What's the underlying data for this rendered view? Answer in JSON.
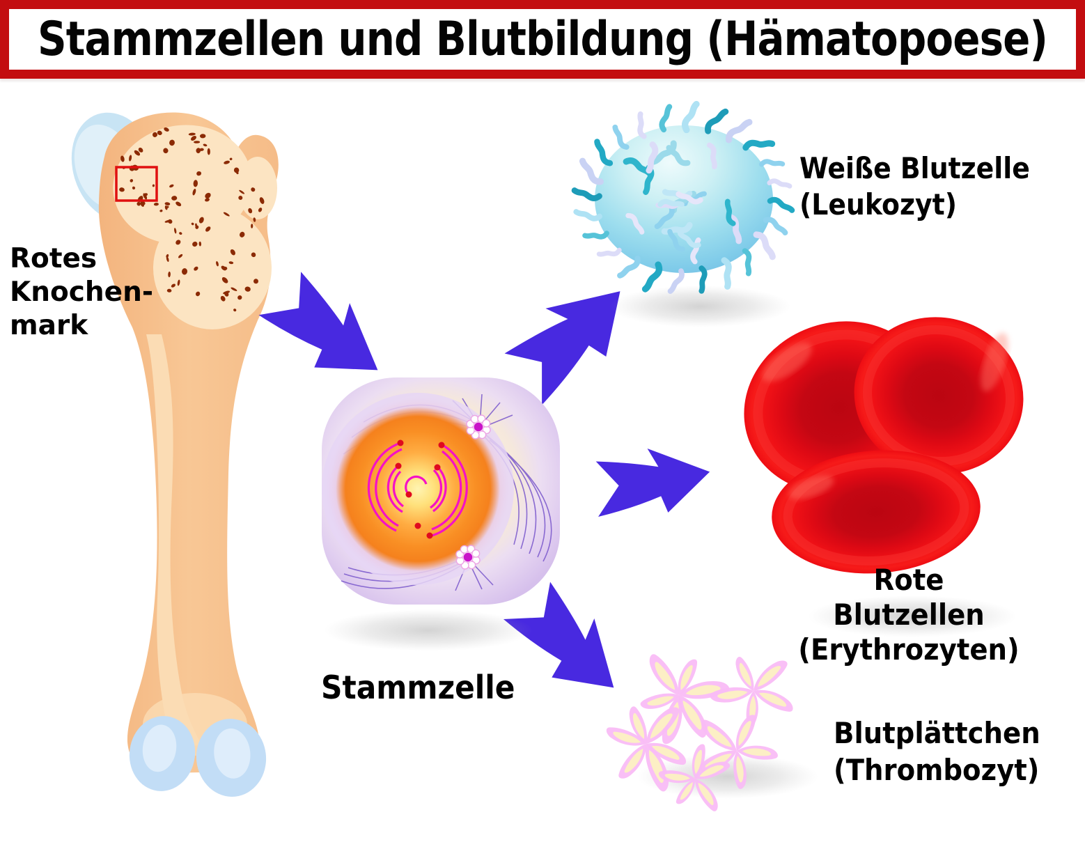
{
  "title": "Stammzellen und Blutbildung (Hämatopoese)",
  "nodes": {
    "bone_marrow": {
      "label_lines": [
        "Rotes",
        "Knochen-",
        "mark"
      ]
    },
    "stem_cell": {
      "label": "Stammzelle"
    },
    "leukocyte": {
      "label_lines": [
        "Weiße Blutzelle",
        "(Leukozyt)"
      ]
    },
    "erythrocytes": {
      "label_lines": [
        "Rote Blutzellen",
        "(Erythrozyten)"
      ]
    },
    "thrombocytes": {
      "label_lines": [
        "Blutplättchen",
        "(Thrombozyt)"
      ]
    }
  },
  "flow": [
    {
      "from": "bone_marrow",
      "to": "stem_cell"
    },
    {
      "from": "stem_cell",
      "to": "leukocyte"
    },
    {
      "from": "stem_cell",
      "to": "erythrocytes"
    },
    {
      "from": "stem_cell",
      "to": "thrombocytes"
    }
  ],
  "colors": {
    "banner_border": "#C30D10",
    "label_text": "#000000",
    "arrow": "#4829E0",
    "bone": "#F6BE8C",
    "bone_inner": "#FCE4C2",
    "marrow_dots": "#8B2A04",
    "marrow_box": "#E01010",
    "cartilage": "#C8E4F4",
    "condyle": "#C2DDF6",
    "stem_cell_membrane": "#D6C0EC",
    "stem_cell_cytoplasm": "#FCF0DC",
    "nucleus_orange": "#F98F24",
    "chromatin_magenta": "#F511C6",
    "microtubule_purple": "#7A58CC",
    "centriole_magenta": "#C913C9",
    "leukocyte_blue": "#9EDEEE",
    "erythrocyte_red": "#E80C12",
    "thrombocyte_pink": "#F9BCF6",
    "thrombocyte_core": "#FCF4C0"
  }
}
